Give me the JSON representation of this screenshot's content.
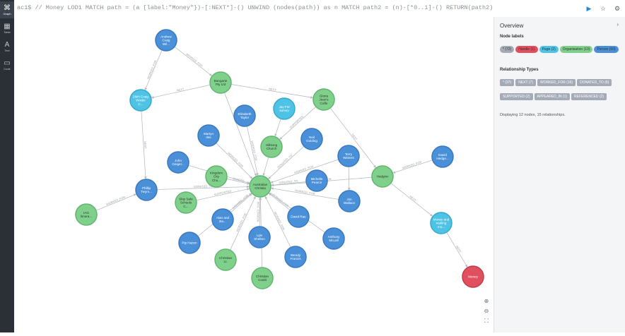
{
  "sidebar": {
    "items": [
      {
        "label": "Graph",
        "glyph": "⌘",
        "active": true
      },
      {
        "label": "Table",
        "glyph": "▦",
        "active": false
      },
      {
        "label": "Text",
        "glyph": "A",
        "active": false
      },
      {
        "label": "Code",
        "glyph": "▭",
        "active": false
      }
    ]
  },
  "editor": {
    "query": "ac1$ // Money LOD1 MATCH path = (a [label:\"Money\"})-[:NEXT*]-() UNWIND (nodes(path)) as n MATCH path2 = (n)-[*0..1]-() RETURN(path2)",
    "run_icon": "play-icon",
    "favorite_icon": "star-icon",
    "settings_icon": "gear-icon"
  },
  "colors": {
    "person": "#4a90d9",
    "organisation": "#7ed08a",
    "page": "#4fc3e6",
    "handle": "#e0505f",
    "relationship": "#a5abb6"
  },
  "graph": {
    "nodes": [
      {
        "id": "andrew",
        "label": "Andrew Craig Wil...",
        "type": "person"
      },
      {
        "id": "bangarie",
        "label": "Bangarie Pty Ltd",
        "type": "organisation"
      },
      {
        "id": "craig",
        "label": "2MH Craig Wrabe C...",
        "type": "page"
      },
      {
        "id": "elizabeth",
        "label": "Elizabeth Taylor",
        "type": "person"
      },
      {
        "id": "jay",
        "label": "Jay FM survey",
        "type": "page"
      },
      {
        "id": "gloria",
        "label": "Gloria Jean's Coffe",
        "type": "organisation"
      },
      {
        "id": "martyn",
        "label": "Martyn Iles",
        "type": "person"
      },
      {
        "id": "hillsong",
        "label": "Hillsong Church",
        "type": "organisation"
      },
      {
        "id": "neil",
        "label": "Neil Golding",
        "type": "person"
      },
      {
        "id": "terry",
        "label": "Terry Winters",
        "type": "person"
      },
      {
        "id": "david_h",
        "label": "David Hedge...",
        "type": "person"
      },
      {
        "id": "john",
        "label": "John Geiger...",
        "type": "person"
      },
      {
        "id": "kingdom",
        "label": "Kingdom City Chu...",
        "type": "organisation"
      },
      {
        "id": "australian",
        "label": "Australian Christia",
        "type": "organisation"
      },
      {
        "id": "michelle",
        "label": "Michelle Pearce",
        "type": "person"
      },
      {
        "id": "hodginv",
        "label": "Hodginv",
        "type": "organisation"
      },
      {
        "id": "phillip",
        "label": "Phillip Twym...",
        "type": "person"
      },
      {
        "id": "skip",
        "label": "Skip Safe Schools C...",
        "type": "organisation"
      },
      {
        "id": "jim",
        "label": "Jim Wallace",
        "type": "person"
      },
      {
        "id": "iag",
        "label": "IAG limura...",
        "type": "organisation"
      },
      {
        "id": "alan",
        "label": "Alan and Ba...",
        "type": "person"
      },
      {
        "id": "david_r",
        "label": "David Rae",
        "type": "person"
      },
      {
        "id": "money_mat",
        "label": "Money and making mo...",
        "type": "page"
      },
      {
        "id": "anthony",
        "label": "Anthony McLall",
        "type": "person"
      },
      {
        "id": "pip",
        "label": "Pip Hazen",
        "type": "person"
      },
      {
        "id": "lyle",
        "label": "Lyle Shelton",
        "type": "person"
      },
      {
        "id": "christian_lt",
        "label": "Christian Lt.",
        "type": "organisation"
      },
      {
        "id": "wendy",
        "label": "Wendy Francis",
        "type": "person"
      },
      {
        "id": "christian_coal",
        "label": "Christian Coalit",
        "type": "organisation"
      },
      {
        "id": "money",
        "label": "Money",
        "type": "handle"
      }
    ],
    "edge_labels": {
      "worked_for": "WORKED_FOR",
      "next": "NEXT",
      "supported": "SUPPORTED",
      "donated_to": "DONATED_TO",
      "donate": "DONATE"
    }
  },
  "overview": {
    "title": "Overview",
    "node_labels_heading": "Node labels",
    "node_labels": [
      {
        "text": "* (72)",
        "color": "#a5abb6"
      },
      {
        "text": "Handle (1)",
        "color": "#e0505f"
      },
      {
        "text": "Page (2)",
        "color": "#4fc3e6"
      },
      {
        "text": "Organisation (10)",
        "color": "#7ed08a"
      },
      {
        "text": "Person (50)",
        "color": "#4a90d9"
      }
    ],
    "relationship_types_heading": "Relationship Types",
    "relationship_types": [
      "* (37)",
      "NEXT (7)",
      "WORKED_FOR (16)",
      "DONATED_TO (6)",
      "SUPPORTED (2)",
      "APPEARED_IN (1)",
      "REFERENCED (2)"
    ],
    "stats": "Displaying 12 nodes, 15 relationships."
  },
  "zoom": {
    "zoom_in_icon": "zoom-in-icon",
    "zoom_out_icon": "zoom-out-icon",
    "fit_icon": "fit-icon"
  }
}
